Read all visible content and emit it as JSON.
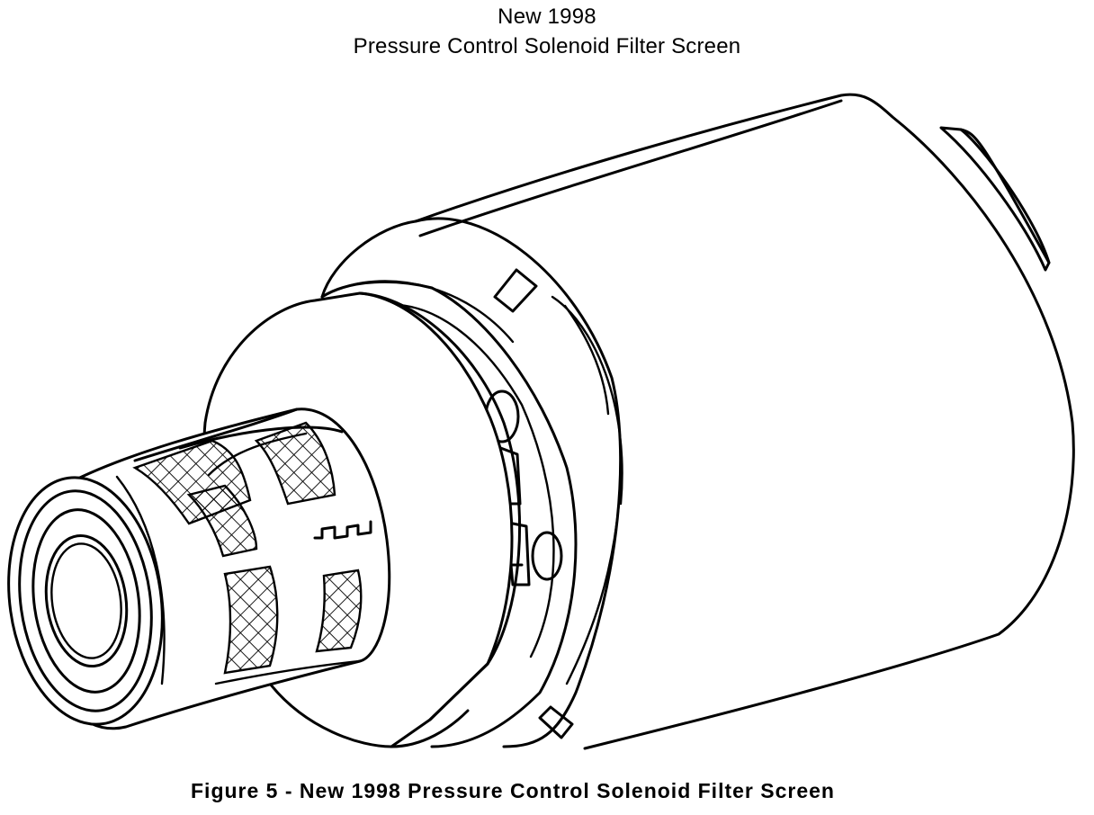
{
  "diagram": {
    "title_line1": "New 1998",
    "title_line2": "Pressure Control Solenoid Filter Screen",
    "caption": "Figure 5 - New 1998 Pressure Control Solenoid Filter Screen"
  },
  "colors": {
    "line": "#000000",
    "background": "#ffffff"
  }
}
